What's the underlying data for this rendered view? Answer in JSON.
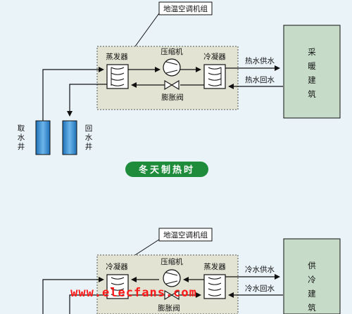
{
  "top": {
    "unit_label": "地温空调机组",
    "evaporator": "蒸发器",
    "compressor": "压缩机",
    "condenser": "冷凝器",
    "expansion_valve": "膨胀阀",
    "supply": "热水供水",
    "return": "热水回水",
    "building": "采暖建筑",
    "well_take": "取水井",
    "well_return": "回水井"
  },
  "banner": "冬天制热时",
  "bottom": {
    "unit_label": "地温空调机组",
    "left_exchanger": "冷凝器",
    "compressor": "压缩机",
    "right_exchanger": "蒸发器",
    "expansion_valve": "膨胀阀",
    "supply": "冷水供水",
    "return": "冷水回水",
    "building": "供冷建筑"
  },
  "watermark": "www.elecfans.com",
  "colors": {
    "background": "#e9f3f8",
    "unit_box": "#e2e3d2",
    "building_box": "#c6dcc8",
    "banner": "#1e8c3a",
    "well_water": "#3c8fd0",
    "watermark": "#ff1a1a"
  }
}
